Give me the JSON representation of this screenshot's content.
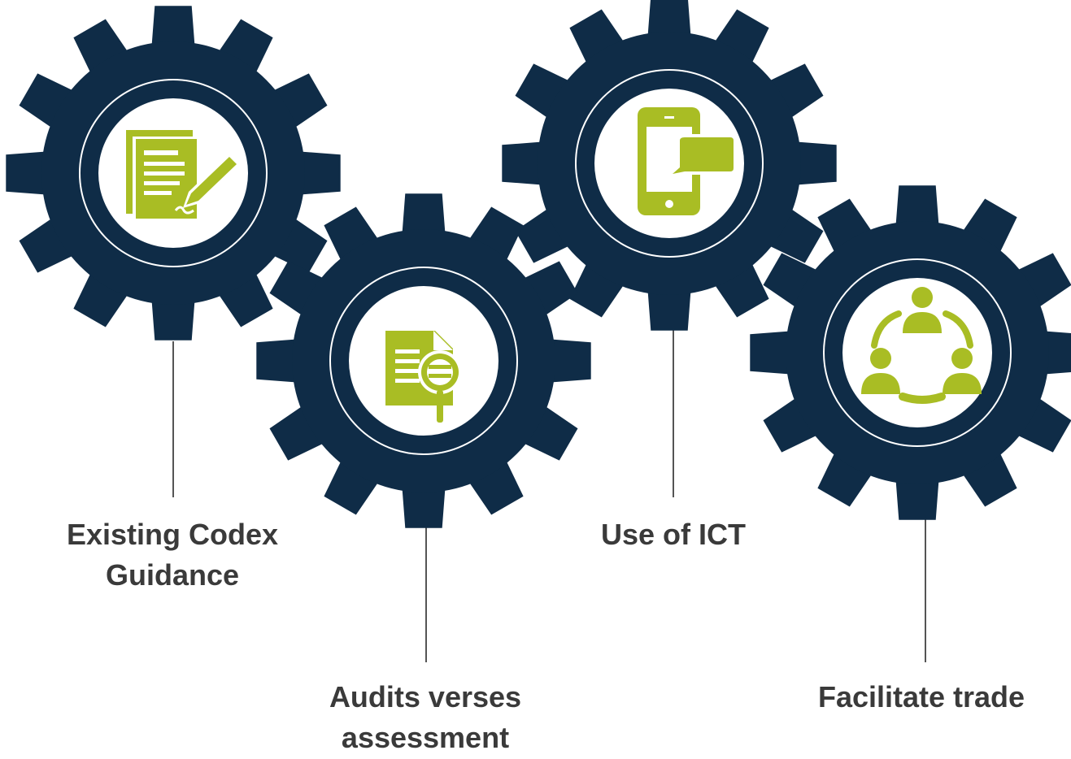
{
  "colors": {
    "gear": "#0f2c47",
    "ring_line": "#ffffff",
    "icon": "#a9bd24",
    "connector": "#555555",
    "text": "#3a3a3a",
    "background": "#ffffff"
  },
  "gears": [
    {
      "id": "codex",
      "icon": "document-signing-icon",
      "label_lines": [
        "Existing Codex",
        "Guidance"
      ]
    },
    {
      "id": "audits",
      "icon": "document-search-icon",
      "label_lines": [
        "Audits verses",
        "assessment"
      ]
    },
    {
      "id": "ict",
      "icon": "mobile-message-icon",
      "label_lines": [
        "Use of ICT"
      ]
    },
    {
      "id": "trade",
      "icon": "people-network-icon",
      "label_lines": [
        "Facilitate trade"
      ]
    }
  ]
}
